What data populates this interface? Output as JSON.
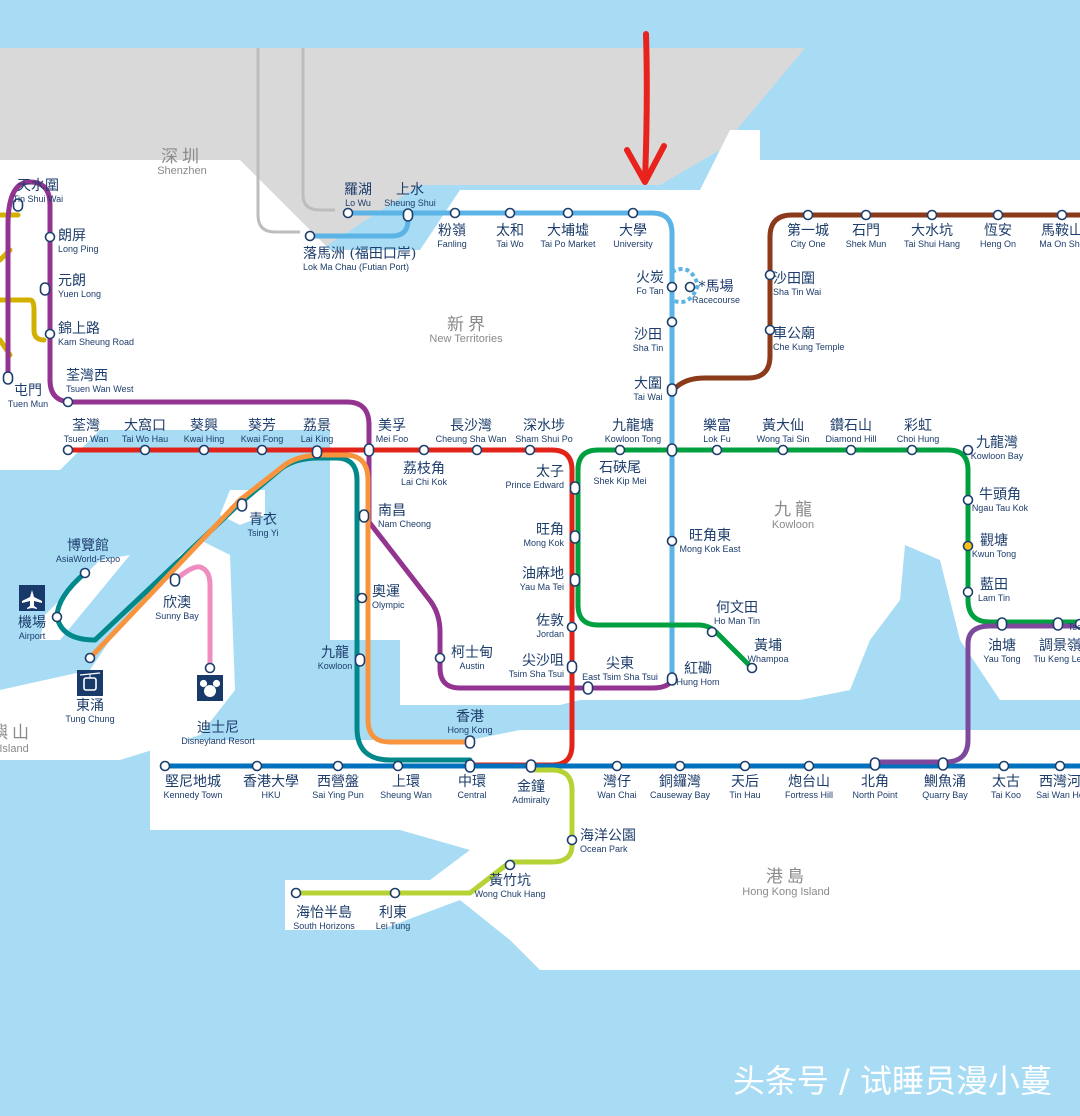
{
  "colors": {
    "water": "#a8dcf5",
    "land": "#ffffff",
    "shenzhen": "#d9d9d9",
    "arrow": "#e8231e",
    "icon_bg": "#173a6b",
    "kwun_tong_highlight": "#f5c21a"
  },
  "regions": {
    "shenzhen": {
      "zh": "深圳",
      "en": "Shenzhen"
    },
    "new_territories": {
      "zh": "新界",
      "en": "New Territories"
    },
    "kowloon": {
      "zh": "九龍",
      "en": "Kowloon"
    },
    "hong_kong_island": {
      "zh": "港島",
      "en": "Hong Kong Island"
    },
    "lantau": {
      "zh": "嶼山",
      "en": "Island"
    }
  },
  "lines": {
    "east_rail": "#5bb4e5",
    "ma_on_shan": "#8b3a1a",
    "tsuen_wan": "#e2231a",
    "kwun_tong": "#00a040",
    "tung_chung": "#f7943d",
    "airport_express": "#00888a",
    "tuen_ma": "#923490",
    "disneyland": "#f08cbf",
    "island": "#0071bc",
    "tseung_kwan_o": "#7d499d",
    "south_island": "#b5d334",
    "light_rail": "#d3b000"
  },
  "stations": {
    "lo_wu": {
      "zh": "羅湖",
      "en": "Lo Wu"
    },
    "sheung_shui": {
      "zh": "上水",
      "en": "Sheung Shui"
    },
    "lok_ma_chau": {
      "zh": "落馬洲 (福田口岸)",
      "en": "Lok Ma Chau (Futian Port)"
    },
    "fanling": {
      "zh": "粉嶺",
      "en": "Fanling"
    },
    "tai_wo": {
      "zh": "太和",
      "en": "Tai Wo"
    },
    "tai_po_market": {
      "zh": "大埔墟",
      "en": "Tai Po Market"
    },
    "university": {
      "zh": "大學",
      "en": "University"
    },
    "fo_tan": {
      "zh": "火炭",
      "en": "Fo Tan"
    },
    "racecourse": {
      "zh": "*馬場",
      "en": "Racecourse"
    },
    "sha_tin": {
      "zh": "沙田",
      "en": "Sha Tin"
    },
    "tai_wai": {
      "zh": "大圍",
      "en": "Tai Wai"
    },
    "kowloon_tong": {
      "zh": "九龍塘",
      "en": "Kowloon Tong"
    },
    "mong_kok_east": {
      "zh": "旺角東",
      "en": "Mong Kok East"
    },
    "hung_hom": {
      "zh": "紅磡",
      "en": "Hung Hom"
    },
    "city_one": {
      "zh": "第一城",
      "en": "City One"
    },
    "shek_mun": {
      "zh": "石門",
      "en": "Shek Mun"
    },
    "tai_shui_hang": {
      "zh": "大水坑",
      "en": "Tai Shui Hang"
    },
    "heng_on": {
      "zh": "恆安",
      "en": "Heng On"
    },
    "ma_on_shan": {
      "zh": "馬鞍山",
      "en": "Ma On Sha"
    },
    "sha_tin_wai": {
      "zh": "沙田圍",
      "en": "Sha Tin Wai"
    },
    "che_kung_temple": {
      "zh": "車公廟",
      "en": "Che Kung Temple"
    },
    "tsuen_wan": {
      "zh": "荃灣",
      "en": "Tsuen Wan"
    },
    "tai_wo_hau": {
      "zh": "大窩口",
      "en": "Tai Wo Hau"
    },
    "kwai_hing": {
      "zh": "葵興",
      "en": "Kwai Hing"
    },
    "kwai_fong": {
      "zh": "葵芳",
      "en": "Kwai Fong"
    },
    "lai_king": {
      "zh": "荔景",
      "en": "Lai King"
    },
    "mei_foo": {
      "zh": "美孚",
      "en": "Mei Foo"
    },
    "lai_chi_kok": {
      "zh": "荔枝角",
      "en": "Lai Chi Kok"
    },
    "cheung_sha_wan": {
      "zh": "長沙灣",
      "en": "Cheung Sha Wan"
    },
    "sham_shui_po": {
      "zh": "深水埗",
      "en": "Sham Shui Po"
    },
    "shek_kip_mei": {
      "zh": "石硤尾",
      "en": "Shek Kip Mei"
    },
    "lok_fu": {
      "zh": "樂富",
      "en": "Lok Fu"
    },
    "wong_tai_sin": {
      "zh": "黃大仙",
      "en": "Wong Tai Sin"
    },
    "diamond_hill": {
      "zh": "鑽石山",
      "en": "Diamond Hill"
    },
    "choi_hung": {
      "zh": "彩虹",
      "en": "Choi Hung"
    },
    "kowloon_bay": {
      "zh": "九龍灣",
      "en": "Kowloon Bay"
    },
    "ngau_tau_kok": {
      "zh": "牛頭角",
      "en": "Ngau Tau Kok"
    },
    "kwun_tong": {
      "zh": "觀塘",
      "en": "Kwun Tong"
    },
    "lam_tin": {
      "zh": "藍田",
      "en": "Lam Tin"
    },
    "yau_tong": {
      "zh": "油塘",
      "en": "Yau Tong"
    },
    "tiu_keng_leng": {
      "zh": "調景嶺",
      "en": "Tiu Keng Len"
    },
    "tseung_kwan_o": {
      "zh": "",
      "en": "Tse"
    },
    "prince_edward": {
      "zh": "太子",
      "en": "Prince Edward"
    },
    "mong_kok": {
      "zh": "旺角",
      "en": "Mong Kok"
    },
    "yau_ma_tei": {
      "zh": "油麻地",
      "en": "Yau Ma Tei"
    },
    "jordan": {
      "zh": "佐敦",
      "en": "Jordan"
    },
    "tsim_sha_tsui": {
      "zh": "尖沙咀",
      "en": "Tsim Sha Tsui"
    },
    "east_tsim_sha_tsui": {
      "zh": "尖東",
      "en": "East Tsim Sha Tsui"
    },
    "austin": {
      "zh": "柯士甸",
      "en": "Austin"
    },
    "nam_cheong": {
      "zh": "南昌",
      "en": "Nam Cheong"
    },
    "olympic": {
      "zh": "奧運",
      "en": "Olympic"
    },
    "kowloon": {
      "zh": "九龍",
      "en": "Kowloon"
    },
    "hong_kong": {
      "zh": "香港",
      "en": "Hong Kong"
    },
    "tsing_yi": {
      "zh": "青衣",
      "en": "Tsing Yi"
    },
    "sunny_bay": {
      "zh": "欣澳",
      "en": "Sunny Bay"
    },
    "tung_chung": {
      "zh": "東涌",
      "en": "Tung Chung"
    },
    "airport": {
      "zh": "機場",
      "en": "Airport"
    },
    "asiaworld_expo": {
      "zh": "博覽館",
      "en": "AsiaWorld-Expo"
    },
    "disneyland": {
      "zh": "迪士尼",
      "en": "Disneyland Resort"
    },
    "whampoa": {
      "zh": "黃埔",
      "en": "Whampoa"
    },
    "ho_man_tin": {
      "zh": "何文田",
      "en": "Ho Man Tin"
    },
    "tin_shui_wai": {
      "zh": "天水圍",
      "en": "Tin Shui Wai"
    },
    "long_ping": {
      "zh": "朗屏",
      "en": "Long Ping"
    },
    "yuen_long": {
      "zh": "元朗",
      "en": "Yuen Long"
    },
    "kam_sheung_road": {
      "zh": "錦上路",
      "en": "Kam Sheung Road"
    },
    "tsuen_wan_west": {
      "zh": "荃灣西",
      "en": "Tsuen Wan West"
    },
    "tuen_mun": {
      "zh": "屯門",
      "en": "Tuen Mun"
    },
    "kennedy_town": {
      "zh": "堅尼地城",
      "en": "Kennedy Town"
    },
    "hku": {
      "zh": "香港大學",
      "en": "HKU"
    },
    "sai_ying_pun": {
      "zh": "西營盤",
      "en": "Sai Ying Pun"
    },
    "sheung_wan": {
      "zh": "上環",
      "en": "Sheung Wan"
    },
    "central": {
      "zh": "中環",
      "en": "Central"
    },
    "admiralty": {
      "zh": "金鐘",
      "en": "Admiralty"
    },
    "wan_chai": {
      "zh": "灣仔",
      "en": "Wan Chai"
    },
    "causeway_bay": {
      "zh": "銅鑼灣",
      "en": "Causeway Bay"
    },
    "tin_hau": {
      "zh": "天后",
      "en": "Tin Hau"
    },
    "fortress_hill": {
      "zh": "炮台山",
      "en": "Fortress Hill"
    },
    "north_point": {
      "zh": "北角",
      "en": "North Point"
    },
    "quarry_bay": {
      "zh": "鰂魚涌",
      "en": "Quarry Bay"
    },
    "tai_koo": {
      "zh": "太古",
      "en": "Tai Koo"
    },
    "sai_wan_ho": {
      "zh": "西灣河",
      "en": "Sai Wan Ho"
    },
    "ocean_park": {
      "zh": "海洋公園",
      "en": "Ocean Park"
    },
    "wong_chuk_hang": {
      "zh": "黃竹坑",
      "en": "Wong Chuk Hang"
    },
    "lei_tung": {
      "zh": "利東",
      "en": "Lei Tung"
    },
    "south_horizons": {
      "zh": "海怡半島",
      "en": "South Horizons"
    }
  },
  "icons": {
    "airport": "airplane-icon",
    "tung_chung": "cable-car-icon",
    "disneyland": "mickey-icon",
    "annotation": "red-down-arrow"
  },
  "watermark": "头条号 / 试睡员漫小蔓"
}
